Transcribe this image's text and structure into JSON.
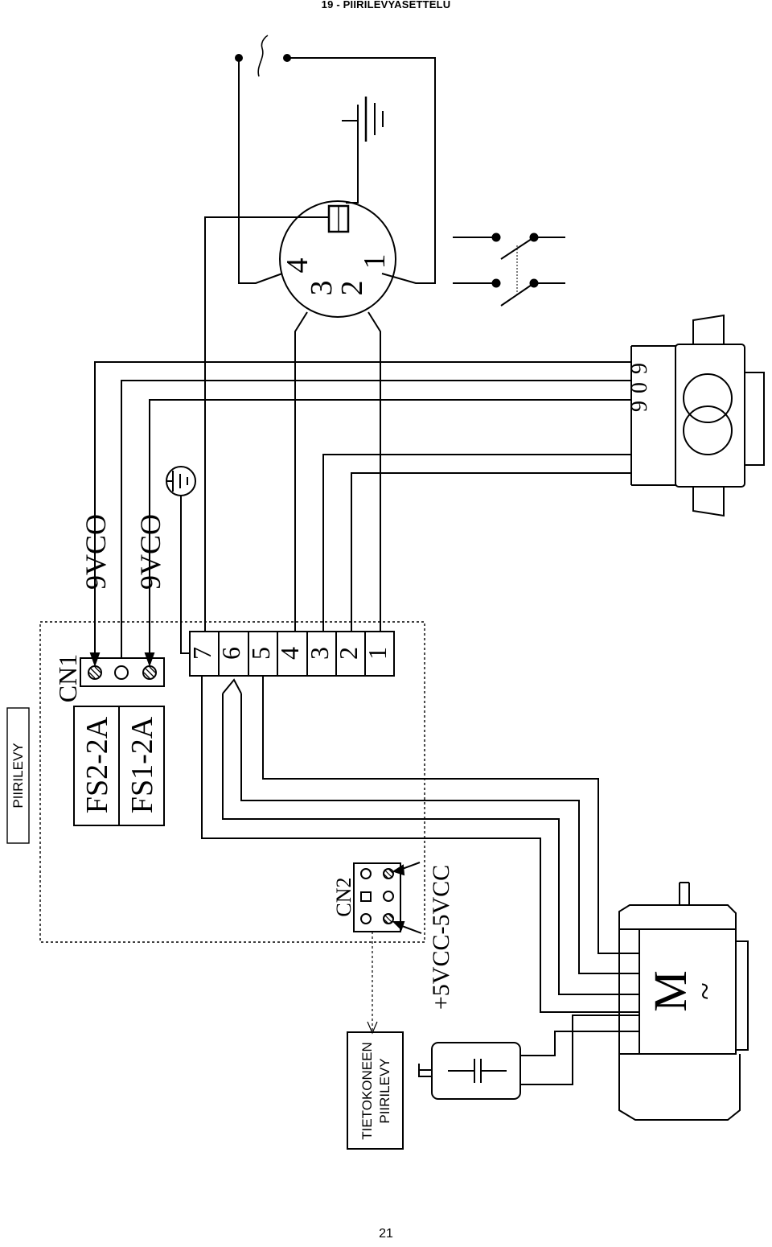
{
  "header": {
    "title": "19 - PIIRILEVYASETTELU"
  },
  "labels": {
    "piirilevy": "PIIRILEVY",
    "tietokoneen_line1": "TIETOKONEEN",
    "tietokoneen_line2": "PIIRILEVY",
    "fs2": "FS2-2A",
    "fs1": "FS1-2A",
    "cn1": "CN1",
    "cn2": "CN2",
    "vco_top": "9VCO",
    "vco_bottom": "9VCO",
    "vcc": "+5VCC-5VCC",
    "motor": "M",
    "motor_tilde": "~",
    "ac_tilde": "~"
  },
  "terminal_block": {
    "numbers": [
      "7",
      "6",
      "5",
      "4",
      "3",
      "2",
      "1"
    ]
  },
  "transformer": {
    "taps": [
      "9",
      "0",
      "9"
    ]
  },
  "switch_connector": {
    "pins": [
      "4",
      "3",
      "2",
      "1"
    ]
  },
  "footer": {
    "page_number": "21"
  }
}
